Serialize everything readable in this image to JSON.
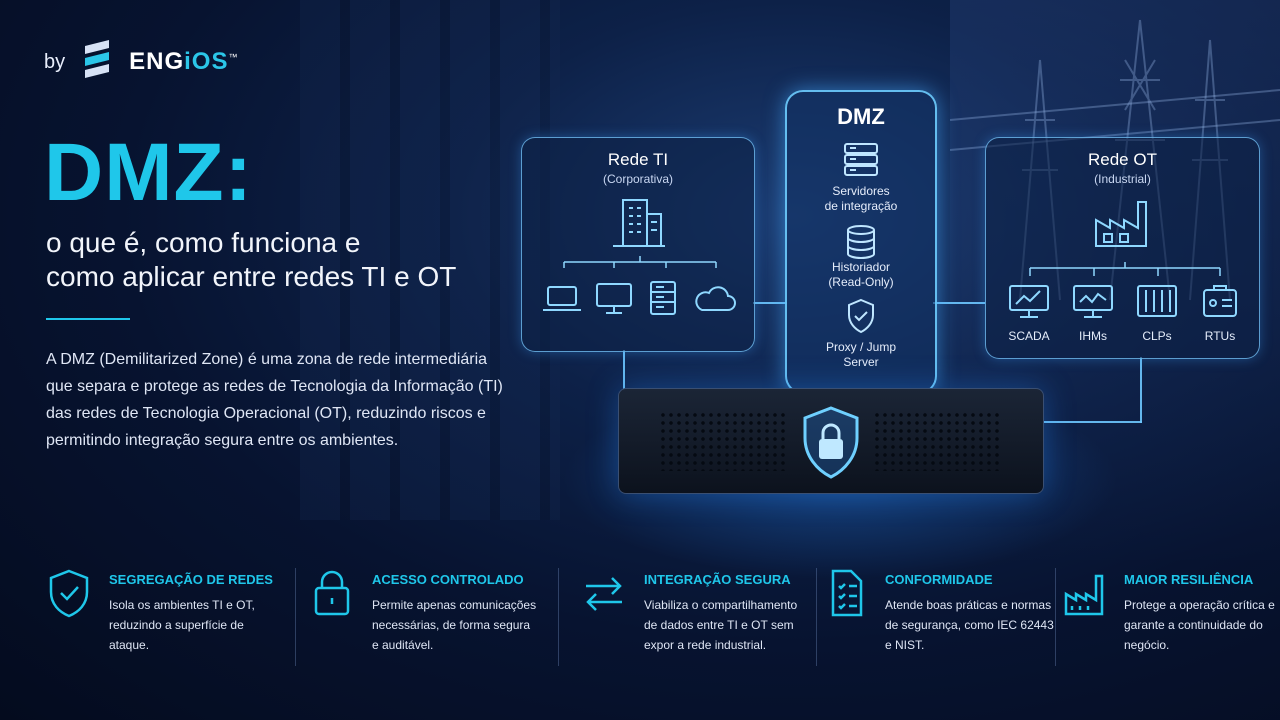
{
  "brand": {
    "by": "by",
    "name_prefix": "ENG",
    "name_suffix": "iOS",
    "tm": "™"
  },
  "hero": {
    "title": "DMZ:",
    "subtitle_line1": "o que é, como funciona e",
    "subtitle_line2": "como aplicar entre redes TI e OT",
    "description": "A DMZ (Demilitarized Zone) é uma zona de rede intermediária que separa e protege as redes de Tecnologia da Informação (TI) das redes de Tecnologia Operacional (OT), reduzindo riscos e permitindo integração segura entre os ambientes."
  },
  "diagram": {
    "ti": {
      "title": "Rede TI",
      "subtitle": "(Corporativa)",
      "icons": [
        "building-icon",
        "laptop-icon",
        "monitor-icon",
        "server-icon",
        "cloud-icon"
      ]
    },
    "dmz": {
      "title": "DMZ",
      "items": [
        {
          "icon": "server-stack-icon",
          "line1": "Servidores",
          "line2": "de integração"
        },
        {
          "icon": "database-icon",
          "line1": "Historiador",
          "line2": "(Read-Only)"
        },
        {
          "icon": "shield-check-icon",
          "line1": "Proxy / Jump",
          "line2": "Server"
        }
      ]
    },
    "ot": {
      "title": "Rede OT",
      "subtitle": "(Industrial)",
      "items": [
        "SCADA",
        "IHMs",
        "CLPs",
        "RTUs"
      ]
    }
  },
  "features": [
    {
      "icon": "shield-check-icon",
      "title": "SEGREGAÇÃO DE REDES",
      "l1": "Isola os ambientes TI e OT,",
      "l2": "reduzindo a superfície de",
      "l3": "ataque."
    },
    {
      "icon": "padlock-icon",
      "title": "ACESSO CONTROLADO",
      "l1": "Permite apenas comunicações",
      "l2": "necessárias, de forma segura",
      "l3": "e auditável."
    },
    {
      "icon": "exchange-arrows-icon",
      "title": "INTEGRAÇÃO SEGURA",
      "l1": "Viabiliza o compartilhamento",
      "l2": "de dados entre TI e OT sem",
      "l3": "expor a rede industrial."
    },
    {
      "icon": "checklist-icon",
      "title": "CONFORMIDADE",
      "l1": "Atende boas práticas e normas",
      "l2": "de segurança, como IEC 62443",
      "l3": "e NIST."
    },
    {
      "icon": "factory-icon",
      "title": "MAIOR RESILIÊNCIA",
      "l1": "Protege a operação crítica e",
      "l2": "garante a continuidade do",
      "l3": "negócio."
    }
  ],
  "colors": {
    "accent": "#1fc7ea",
    "background": "#071330",
    "line": "#6ec8ff"
  }
}
